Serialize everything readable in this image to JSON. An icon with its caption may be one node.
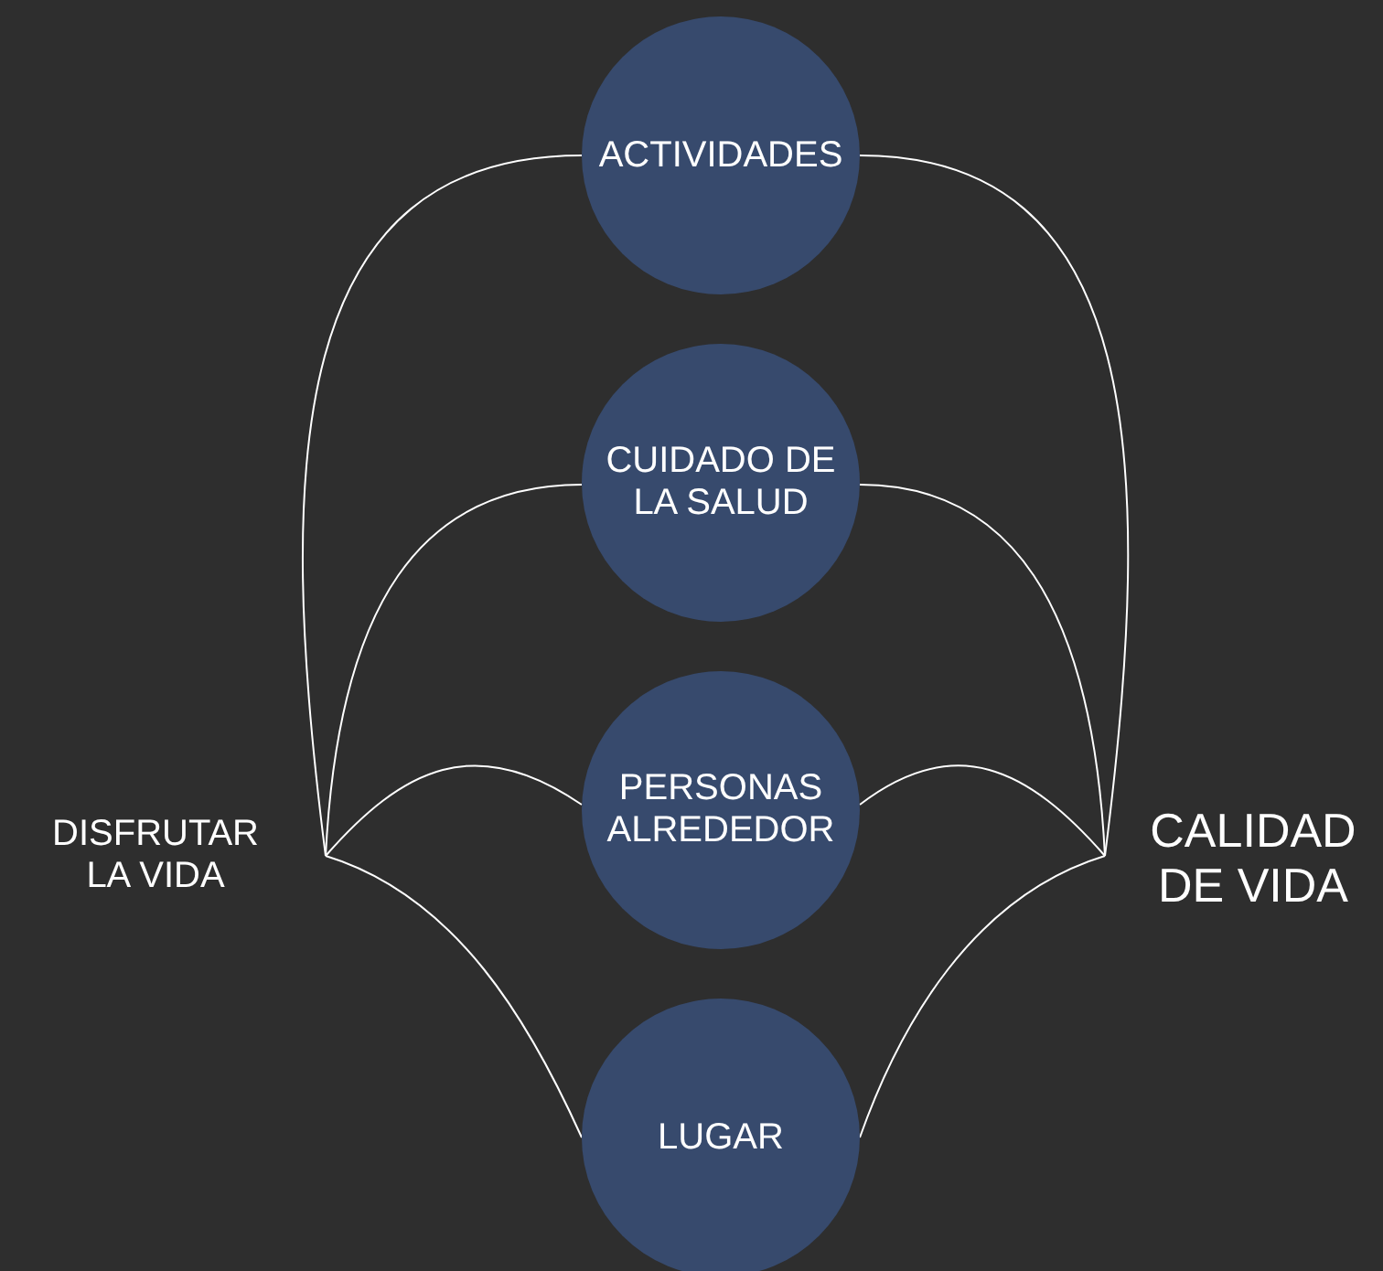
{
  "diagram": {
    "nodes": [
      {
        "text": [
          "ACTIVIDADES"
        ]
      },
      {
        "text": [
          "CUIDADO DE LA SALUD"
        ]
      },
      {
        "text": [
          "PERSONAS ALREDEDOR"
        ]
      },
      {
        "text": [
          "LUGAR"
        ]
      },
      {
        "text": [
          "DISFRUTAR LA VIDA"
        ]
      },
      {
        "text": [
          "CALIDAD DE VIDA"
        ]
      }
    ],
    "edges": [
      {
        "from": 4,
        "to": 0,
        "arrow": "none"
      },
      {
        "from": 4,
        "to": 1,
        "arrow": "none"
      },
      {
        "from": 4,
        "to": 2,
        "arrow": "none"
      },
      {
        "from": 4,
        "to": 3,
        "arrow": "none"
      },
      {
        "from": 0,
        "to": 5,
        "arrow": "none"
      },
      {
        "from": 1,
        "to": 5,
        "arrow": "none"
      },
      {
        "from": 2,
        "to": 5,
        "arrow": "none"
      },
      {
        "from": 3,
        "to": 5,
        "arrow": "none"
      }
    ]
  }
}
